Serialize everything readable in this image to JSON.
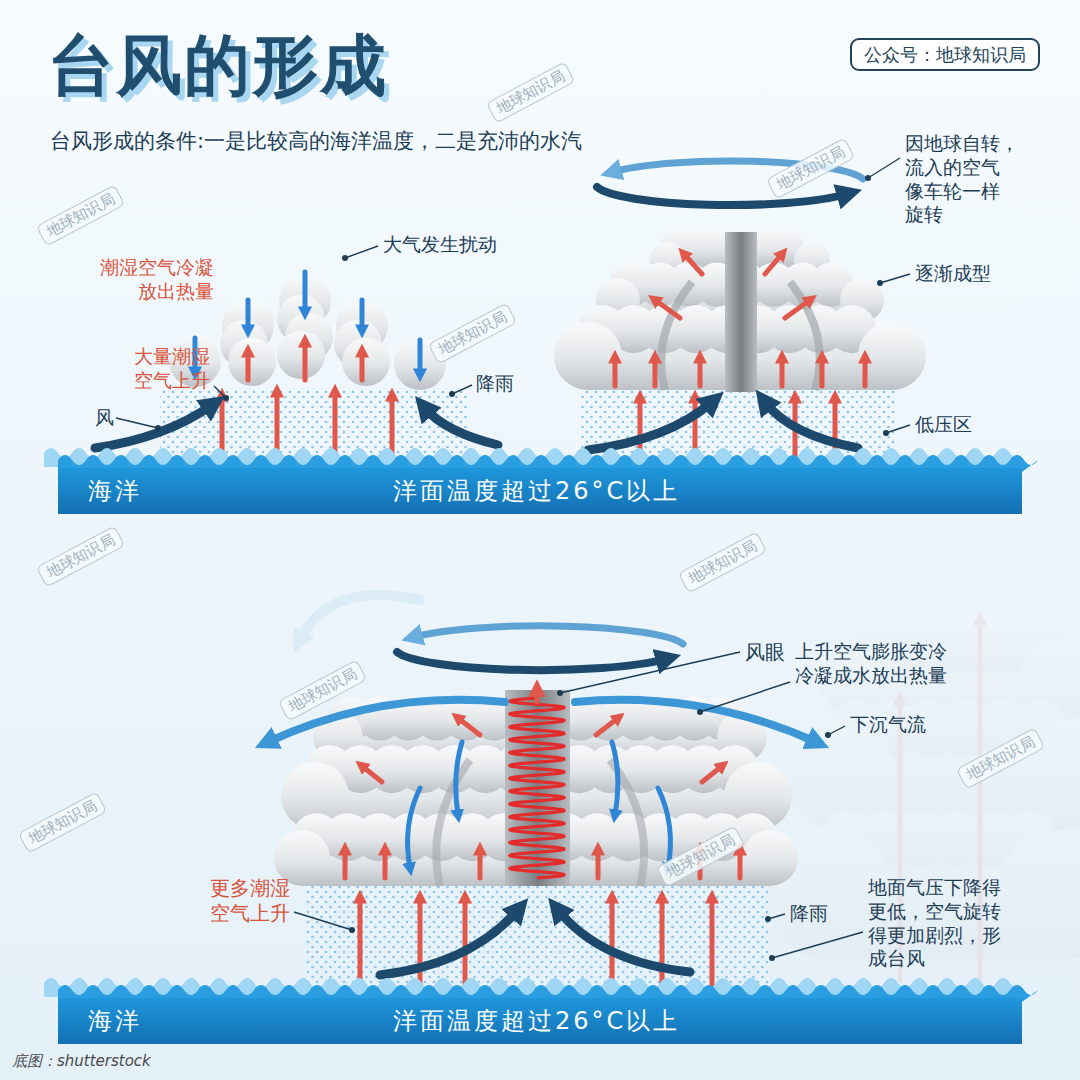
{
  "diagram": {
    "title": "台风的形成",
    "caption": "底图：shutterstock",
    "nodes": [
      {
        "text": [
          "公众号：地球知识局"
        ]
      },
      {
        "text": [
          "海洋",
          "洋面温度超过26°C以上"
        ]
      },
      {
        "text": [
          "海洋",
          "洋面温度超过26°C以上"
        ]
      }
    ],
    "labels": [
      "台风形成的条件:一是比较高的海洋温度，二是充沛的水汽",
      "大气发生扰动",
      "潮湿空气冷凝 放出热量",
      "大量潮湿 空气上升",
      "风",
      "降雨",
      "因地球自转， 流入的空气 像车轮一样 旋转",
      "逐渐成型",
      "低压区",
      "风眼",
      "上升空气膨胀变冷 冷凝成水放出热量",
      "下沉气流",
      "更多潮湿 空气上升",
      "降雨",
      "地面气压下降得 更低，空气旋转 得更加剧烈，形 成台风",
      "地球知识局",
      "地球知识局",
      "地球知识局",
      "地球知识局",
      "地球知识局",
      "地球知识局",
      "地球知识局",
      "地球知识局",
      "地球知识局",
      "地球知识局"
    ]
  }
}
